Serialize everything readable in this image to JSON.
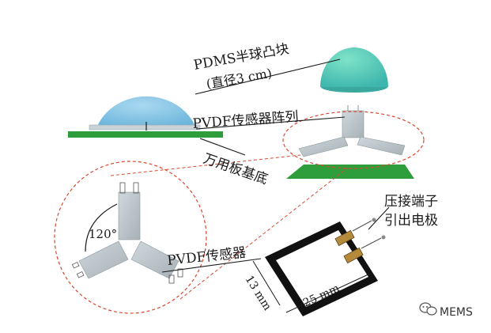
{
  "labels": {
    "hemisphere_title": "PDMS半球凸块",
    "hemisphere_diameter": "(直径3 cm)",
    "array_label": "PVDF传感器阵列",
    "substrate_label": "万用板基底",
    "angle_label": "120°",
    "sensor_label": "PVDF传感器",
    "electrode_line1": "压接端子",
    "electrode_line2": "引出电极",
    "dim_height": "13 mm",
    "dim_width": "25 mm"
  },
  "watermark": {
    "text": "MEMS",
    "icon": "wechat-icon"
  },
  "colors": {
    "dome_left": "#8dc8e6",
    "dome_right": "#6cd6c4",
    "substrate": "#2e9e3c",
    "sensor": "#b9c3c8",
    "dashed": "#d9482f",
    "terminal": "#b58a3a"
  }
}
